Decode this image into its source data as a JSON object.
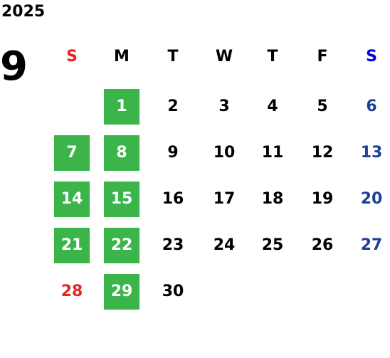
{
  "year": "2025",
  "month": "9",
  "weekdays": [
    "S",
    "M",
    "T",
    "W",
    "T",
    "F",
    "S"
  ],
  "colors": {
    "sunday": "#e8231e",
    "saturday": "#1f3e96",
    "header_saturday": "#0000e6",
    "highlight": "#3bb54a",
    "text": "#000000"
  },
  "days": [
    {
      "n": "1",
      "col": 1,
      "row": 0,
      "highlight": true
    },
    {
      "n": "2",
      "col": 2,
      "row": 0
    },
    {
      "n": "3",
      "col": 3,
      "row": 0
    },
    {
      "n": "4",
      "col": 4,
      "row": 0
    },
    {
      "n": "5",
      "col": 5,
      "row": 0
    },
    {
      "n": "6",
      "col": 6,
      "row": 0
    },
    {
      "n": "7",
      "col": 0,
      "row": 1,
      "highlight": true
    },
    {
      "n": "8",
      "col": 1,
      "row": 1,
      "highlight": true
    },
    {
      "n": "9",
      "col": 2,
      "row": 1
    },
    {
      "n": "10",
      "col": 3,
      "row": 1
    },
    {
      "n": "11",
      "col": 4,
      "row": 1
    },
    {
      "n": "12",
      "col": 5,
      "row": 1
    },
    {
      "n": "13",
      "col": 6,
      "row": 1
    },
    {
      "n": "14",
      "col": 0,
      "row": 2,
      "highlight": true
    },
    {
      "n": "15",
      "col": 1,
      "row": 2,
      "highlight": true
    },
    {
      "n": "16",
      "col": 2,
      "row": 2
    },
    {
      "n": "17",
      "col": 3,
      "row": 2
    },
    {
      "n": "18",
      "col": 4,
      "row": 2
    },
    {
      "n": "19",
      "col": 5,
      "row": 2
    },
    {
      "n": "20",
      "col": 6,
      "row": 2
    },
    {
      "n": "21",
      "col": 0,
      "row": 3,
      "highlight": true
    },
    {
      "n": "22",
      "col": 1,
      "row": 3,
      "highlight": true
    },
    {
      "n": "23",
      "col": 2,
      "row": 3
    },
    {
      "n": "24",
      "col": 3,
      "row": 3
    },
    {
      "n": "25",
      "col": 4,
      "row": 3
    },
    {
      "n": "26",
      "col": 5,
      "row": 3
    },
    {
      "n": "27",
      "col": 6,
      "row": 3
    },
    {
      "n": "28",
      "col": 0,
      "row": 4
    },
    {
      "n": "29",
      "col": 1,
      "row": 4,
      "highlight": true
    },
    {
      "n": "30",
      "col": 2,
      "row": 4
    }
  ]
}
